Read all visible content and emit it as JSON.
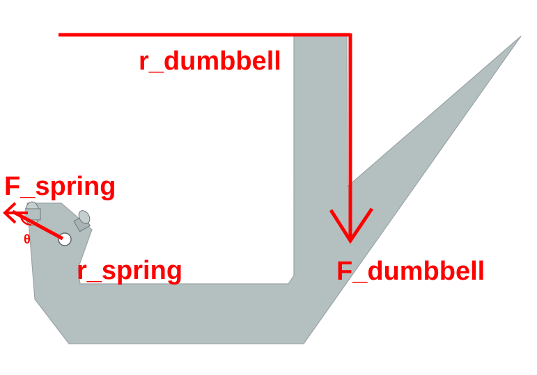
{
  "labels": {
    "r_dumbbell": "r_dumbbell",
    "f_spring": "F_spring",
    "theta": "θ",
    "r_spring": "r_spring",
    "f_dumbbell": "F_dumbbell"
  },
  "colors": {
    "part_fill": "#b4bfc0",
    "part_stroke": "#9aa4a6",
    "annotation": "#ff0000",
    "background": "#ffffff"
  }
}
